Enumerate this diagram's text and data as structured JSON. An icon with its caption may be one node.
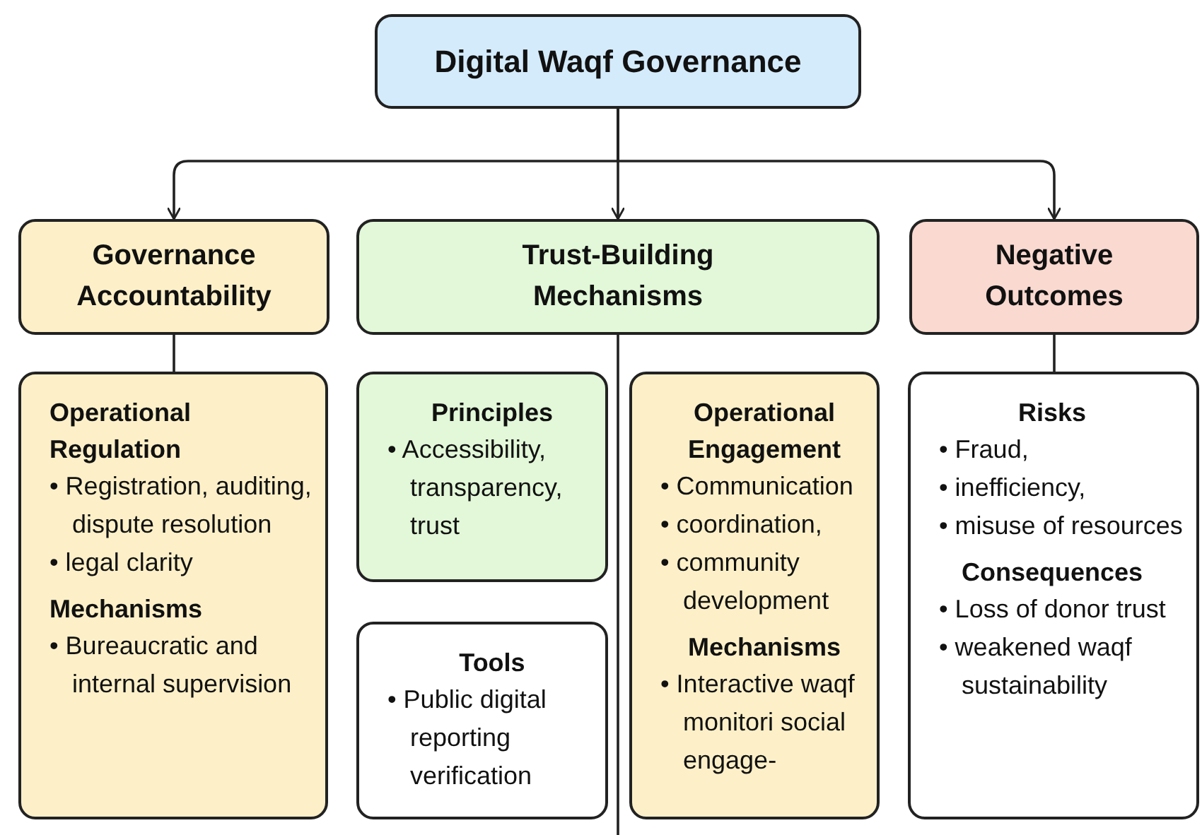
{
  "diagram": {
    "nodes": [
      {
        "text": [
          "Digital Waqf Governance"
        ]
      },
      {
        "text": [
          "Governance Accountability"
        ]
      },
      {
        "text": [
          "Trust-Building Mechanisms"
        ]
      },
      {
        "text": [
          "Negative Outcomes"
        ]
      },
      {
        "text": [
          "Operational Regulation",
          "• Registration, auditing, dispute resolution",
          "• legal clarity",
          "Mechanisms",
          "• Bureaucratic and internal supervision"
        ]
      },
      {
        "text": [
          "Principles",
          "• Accessibility, transparency, trust"
        ]
      },
      {
        "text": [
          "Tools",
          "• Public digital reporting verification"
        ]
      },
      {
        "text": [
          "Operational Engagement",
          "• Communication",
          "• coordination,",
          "• community development",
          "Mechanisms",
          "• Interactive waqf monitori social engage-"
        ]
      },
      {
        "text": [
          "Risks",
          "• Fraud,",
          "• inefficiency,",
          "• misuse of resources",
          "Consequences",
          "• Loss of donor trust",
          "• weakened waqf sustainability"
        ]
      }
    ],
    "edges": [
      {
        "from": 0,
        "to": 1,
        "arrow": "to"
      },
      {
        "from": 0,
        "to": 2,
        "arrow": "to"
      },
      {
        "from": 0,
        "to": 3,
        "arrow": "to"
      },
      {
        "from": 1,
        "to": 4,
        "arrow": "none"
      },
      {
        "from": 3,
        "to": 8,
        "arrow": "none"
      },
      {
        "from": 2,
        "to": null,
        "arrow": "none"
      }
    ]
  }
}
